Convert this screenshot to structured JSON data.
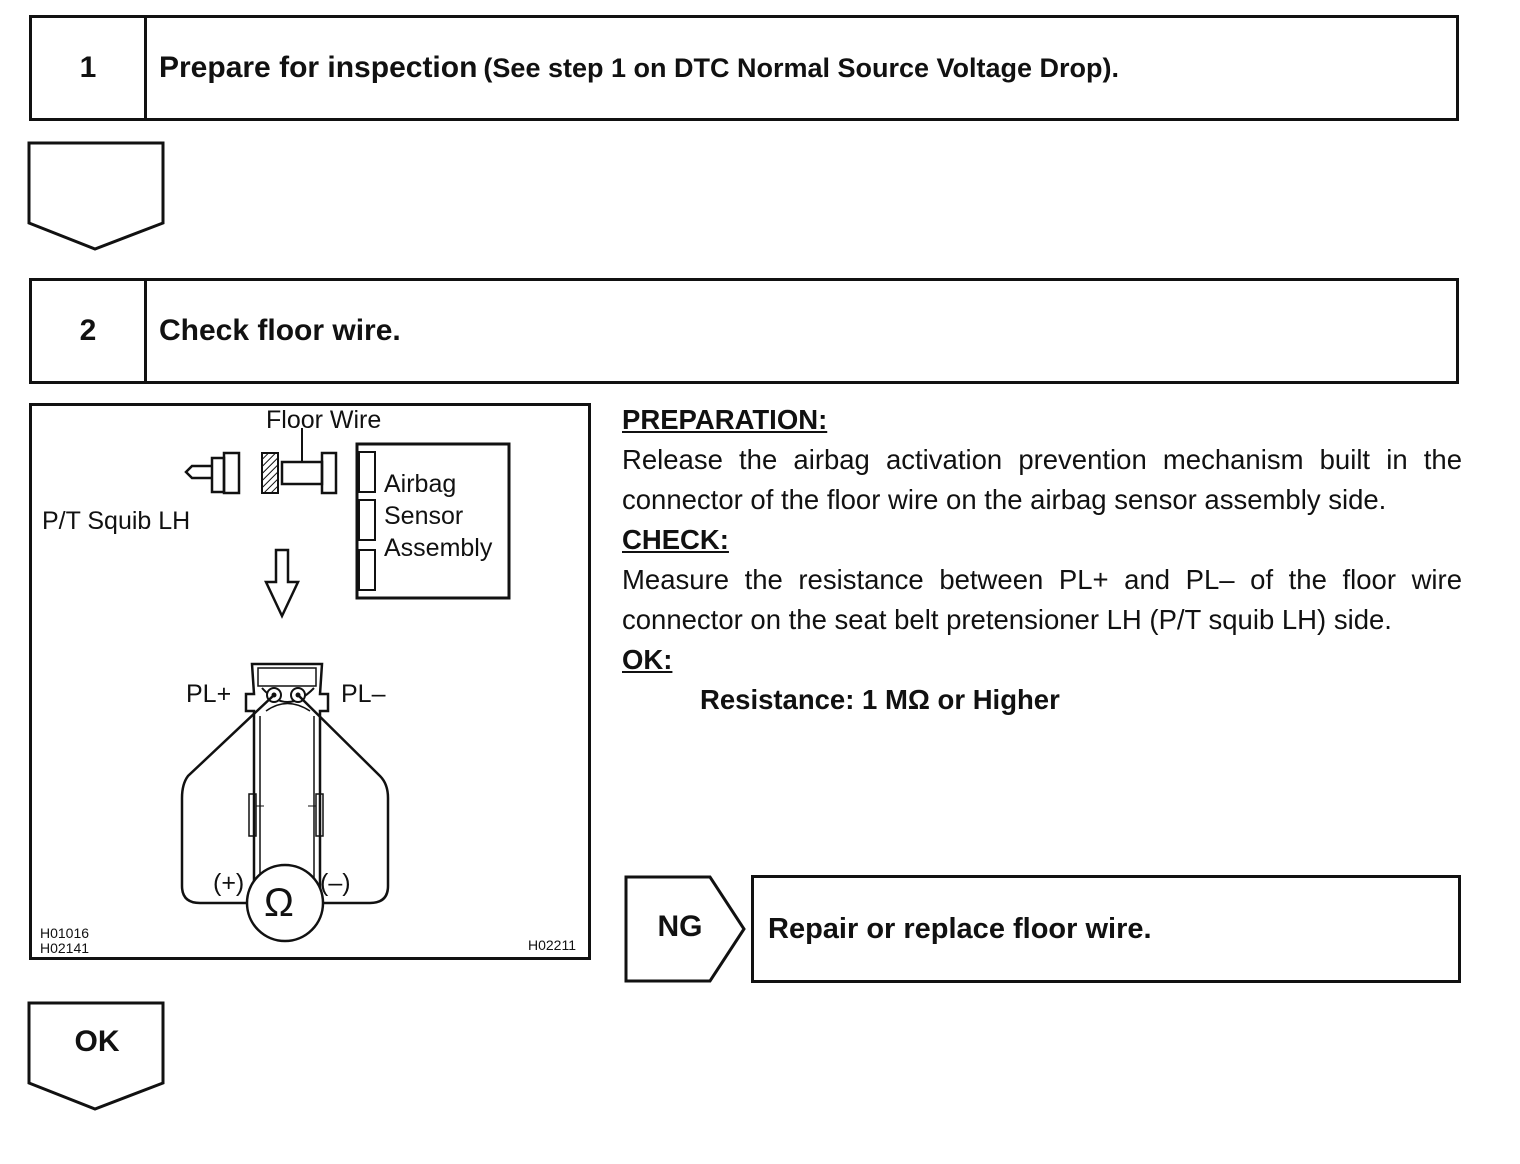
{
  "step1": {
    "number": "1",
    "title": "Prepare for inspection",
    "subtitle": "(See step 1 on DTC Normal Source Voltage Drop)."
  },
  "step2": {
    "number": "2",
    "title": "Check floor wire."
  },
  "figure": {
    "floor_wire_label": "Floor Wire",
    "pt_squib_label": "P/T Squib LH",
    "airbag_line1": "Airbag",
    "airbag_line2": "Sensor",
    "airbag_line3": "Assembly",
    "pl_plus": "PL+",
    "pl_minus": "PL–",
    "meter_plus": "(+)",
    "meter_minus": "(–)",
    "meter_symbol": "Ω",
    "code_left_1": "H01016",
    "code_left_2": "H02141",
    "code_right": "H02211"
  },
  "instructions": {
    "preparation_heading": "PREPARATION:",
    "preparation_text": "Release the airbag activation prevention mechanism built in the connector of the floor wire on the airbag sensor assembly side.",
    "check_heading": "CHECK:",
    "check_text": "Measure the resistance between PL+ and PL– of the floor wire connector on the seat belt pretensioner LH (P/T squib LH) side.",
    "ok_heading": "OK:",
    "ok_spec": "Resistance: 1 MΩ or Higher"
  },
  "ng_result": {
    "label": "NG",
    "action": "Repair or replace floor wire."
  },
  "ok_result": {
    "label": "OK"
  }
}
